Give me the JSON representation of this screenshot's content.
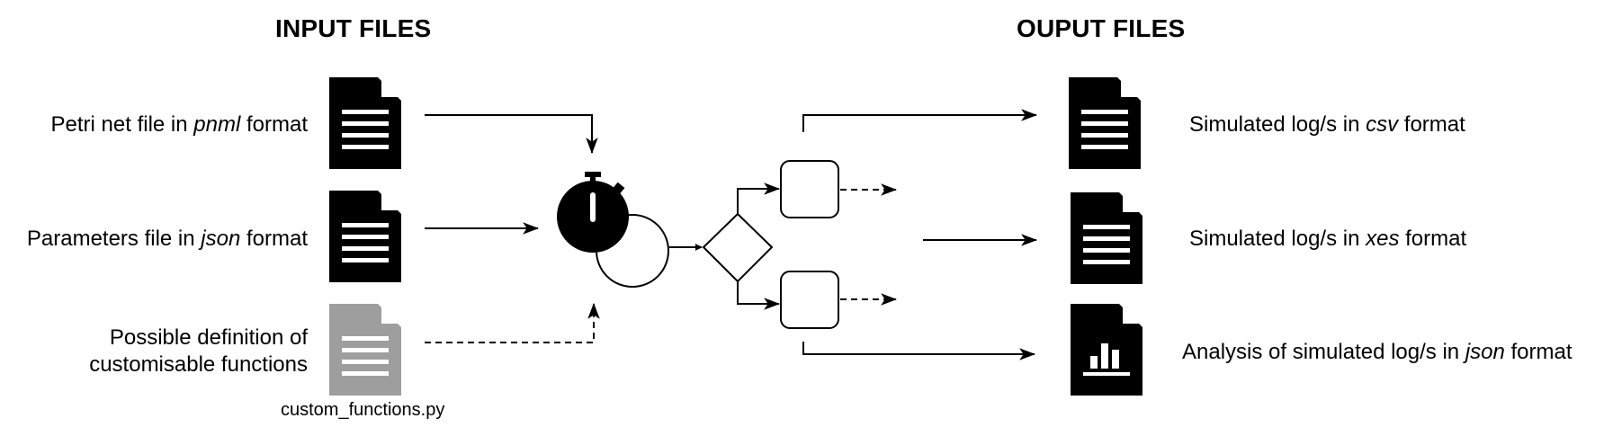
{
  "headings": {
    "input": "INPUT FILES",
    "output": "OUPUT FILES"
  },
  "inputs": [
    {
      "pre": "Petri net file in ",
      "em": "pnml",
      "post": " format"
    },
    {
      "pre": "Parameters file in ",
      "em": "json",
      "post": " format"
    },
    {
      "line1": "Possible definition of",
      "line2": "customisable functions",
      "filename": "custom_functions.py"
    }
  ],
  "outputs": [
    {
      "pre": "Simulated log/s in ",
      "em": "csv",
      "post": " format"
    },
    {
      "pre": "Simulated log/s in ",
      "em": "xes",
      "post": " format"
    },
    {
      "pre": "Analysis of simulated log/s in ",
      "em": "json",
      "post": " format"
    }
  ],
  "colors": {
    "stroke": "#000000",
    "doc_black": "#000000",
    "doc_gray": "#9e9e9e"
  },
  "icons": [
    "document-icon",
    "optional-document-icon",
    "stopwatch-icon",
    "decision-diamond",
    "process-box",
    "chart-document-icon"
  ]
}
